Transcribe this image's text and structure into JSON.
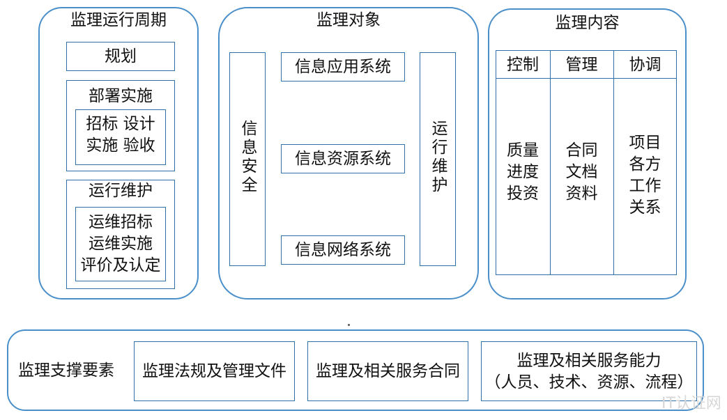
{
  "cycle": {
    "title": "监理运行周期",
    "planning": "规划",
    "deployment": {
      "title": "部署实施",
      "items": "招标 设计\n实施 验收"
    },
    "operation": {
      "title": "运行维护",
      "items": "运维招标\n运维实施\n评价及认定"
    }
  },
  "objects": {
    "title": "监理对象",
    "security": "信息安全",
    "maintenance": "运行维护",
    "systems": [
      "信息应用系统",
      "信息资源系统",
      "信息网络系统"
    ]
  },
  "content": {
    "title": "监理内容",
    "columns": [
      {
        "header": "控制",
        "body": "质量\n进度\n投资"
      },
      {
        "header": "管理",
        "body": "合同\n文档\n资料"
      },
      {
        "header": "协调",
        "body": "项目\n各方\n工作\n关系"
      }
    ]
  },
  "support": {
    "title": "监理支撑要素",
    "laws": "监理法规及管理文件",
    "contract": "监理及相关服务合同",
    "capability": "监理及相关服务能力\n（人员、技术、资源、流程）"
  },
  "watermark": "IT认证网"
}
